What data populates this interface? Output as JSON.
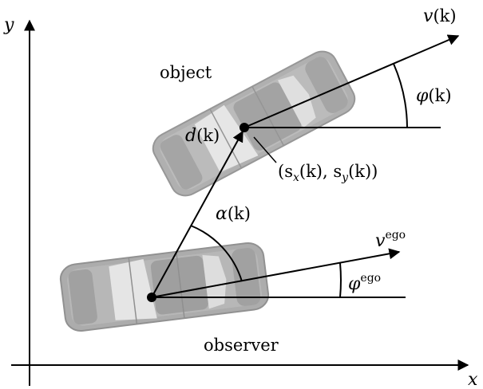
{
  "axes": {
    "x_label": "x",
    "y_label": "y"
  },
  "vehicles": {
    "object_label": "object",
    "observer_label": "observer"
  },
  "quantities": {
    "d_main": "d",
    "d_arg": "(k)",
    "v_main": "v",
    "v_arg": "(k)",
    "phi_main": "φ",
    "phi_arg": "(k)",
    "alpha_main": "α",
    "alpha_arg": "(k)",
    "pos_open": "(s",
    "pos_sub_x": "x",
    "pos_mid": "(k), s",
    "pos_sub_y": "y",
    "pos_close": "(k))",
    "v_ego_main": "v",
    "v_ego_sup": "ego",
    "phi_ego_main": "φ",
    "phi_ego_sup": "ego"
  },
  "colors": {
    "ink": "#000000",
    "car_body": "#a8a8a8",
    "car_dark": "#7e7e7e",
    "car_glass": "#e4e4e4"
  }
}
